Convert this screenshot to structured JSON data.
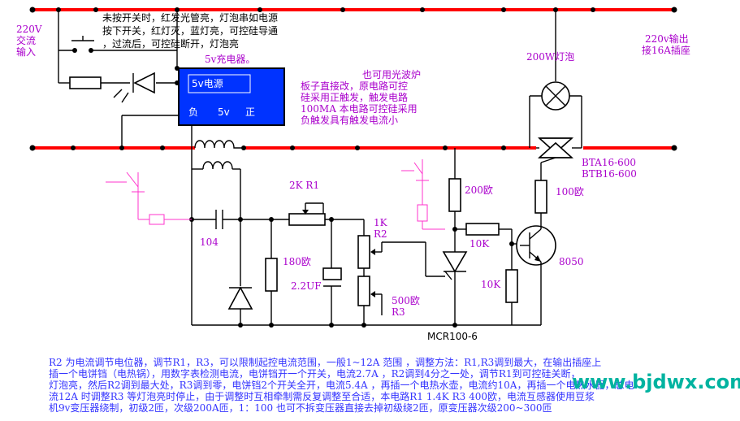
{
  "labels": {
    "input": [
      "220V",
      "交流",
      "输入"
    ],
    "output": [
      "220v输出",
      "接16A插座"
    ],
    "note_top": [
      "未按开关时，红发光管亮，灯泡串如电源",
      "按下开关，红灯灭，蓝灯亮，可控硅导通",
      "，过流后，可控硅断开，灯泡亮"
    ],
    "charger_title": "5v充电器。",
    "module_display": "5v电源",
    "module_neg": "负",
    "module_5v": "5v",
    "module_pos": "正",
    "note_right": [
      "也可用光波炉",
      "板子直接改，原电路可控",
      "硅采用正触发，触发电路",
      "100MA 本电路可控硅采用",
      "负触发具有触发电流小"
    ],
    "lamp": "200W灯泡",
    "triac": [
      "BTA16-600",
      "BTB16-600"
    ],
    "r_100": "100欧",
    "r_200": "200欧",
    "r_10k_a": "10K",
    "r_10k_b": "10K",
    "transistor": "8050",
    "r1": "2K R1",
    "r2": [
      "1K",
      "R2"
    ],
    "r3": [
      "500欧",
      "R3"
    ],
    "r_180": "180欧",
    "c_2u2": "2.2UF",
    "c_104": "104",
    "scr": "MCR100-6",
    "note_bottom": [
      "R2 为电流调节电位器，调节R1，R3，可以限制起控电流范围，一般1~12A 范围 ，调整方法：R1,R3调到最大，在输出插座上",
      "插一个电饼铛（电热锅），用数字表检测电流，电饼铛开一个开关，电流2.7A ，R2调到4分之一处，调节R1到可控硅关断，",
      "灯泡亮，然后R2调到最大处，R3调到零，电饼铛2个开关全开，电流5.4A ，再插一个电热水壶，电流约10A，再插一个电热水器，总电",
      "流12A 时调整R3 等灯泡亮时停止，由于调整时互相牵制需反复调整至合适，本电路R1 1.4K  R3  400欧，电流互感器使用豆浆",
      "机9v变压器绕制，初级2匝，次级200A匝，1：100  也可不拆变压器直接去掉初级绕2匝，原变压器次级200~300匝"
    ],
    "watermark": "www.bjdwx.com"
  },
  "colors": {
    "mains_wire": "#ff0000",
    "module_bg": "#0033ff",
    "annotation": "#aa00cc",
    "pink_sketch": "#ff33cc",
    "note_text": "#3333ff",
    "watermark": "#00b3a0"
  }
}
